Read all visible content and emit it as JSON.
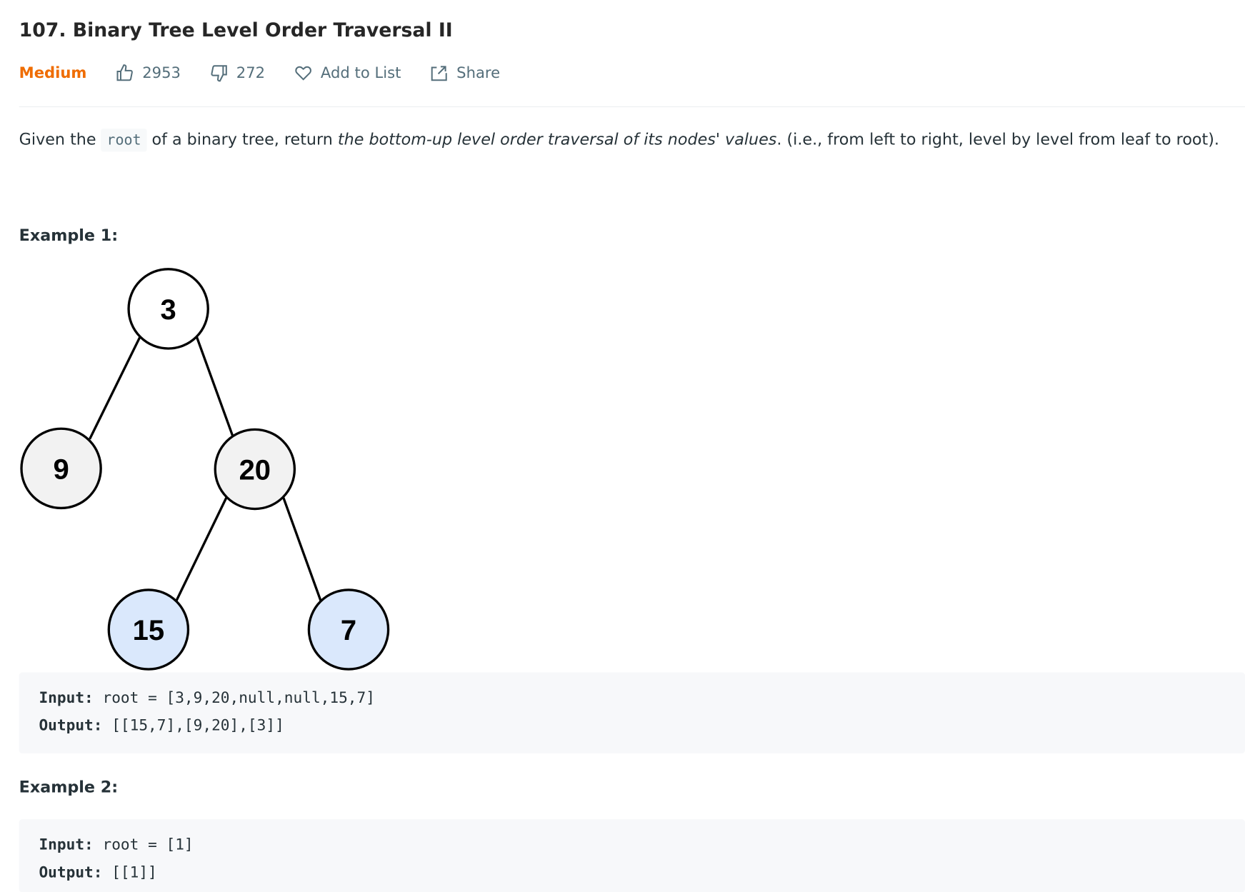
{
  "title": "107. Binary Tree Level Order Traversal II",
  "meta": {
    "difficulty": "Medium",
    "likes": "2953",
    "dislikes": "272",
    "add_to_list": "Add to List",
    "share": "Share",
    "difficulty_color": "#ef6c00"
  },
  "description": {
    "p1": "Given the ",
    "code": "root",
    "p2": " of a binary tree, return ",
    "em": "the bottom-up level order traversal of its nodes' values",
    "p3": ". (i.e., from left to right, level by level from leaf to root)."
  },
  "examples": [
    {
      "heading": "Example 1:",
      "input_label": "Input:",
      "input": " root = [3,9,20,null,null,15,7]",
      "output_label": "Output:",
      "output": " [[15,7],[9,20],[3]]",
      "tree": {
        "nodes": [
          "3",
          "9",
          "20",
          "15",
          "7"
        ]
      }
    },
    {
      "heading": "Example 2:",
      "input_label": "Input:",
      "input": " root = [1]",
      "output_label": "Output:",
      "output": " [[1]]"
    }
  ]
}
